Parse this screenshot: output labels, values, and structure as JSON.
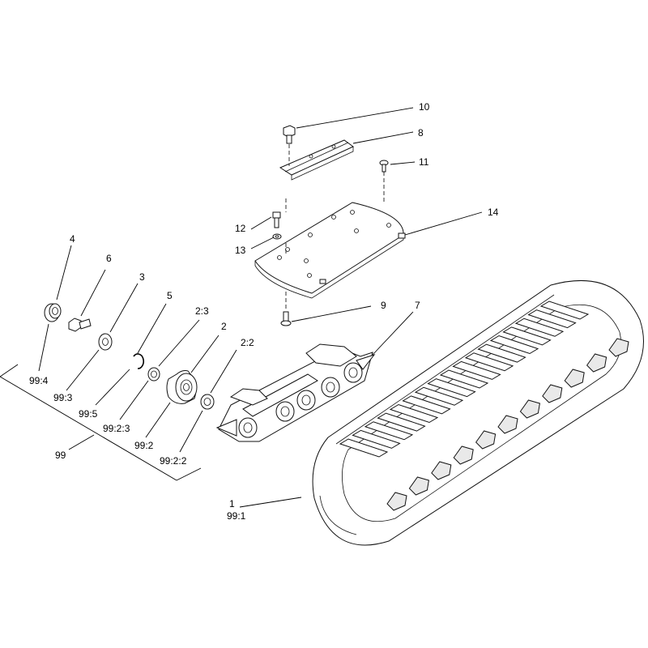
{
  "callouts": {
    "c10": "10",
    "c8": "8",
    "c11": "11",
    "c14": "14",
    "c12": "12",
    "c13": "13",
    "c9": "9",
    "c7": "7",
    "c4": "4",
    "c6": "6",
    "c3": "3",
    "c5": "5",
    "c2_3": "2:3",
    "c2": "2",
    "c2_2": "2:2",
    "c99_4": "99:4",
    "c99_3": "99:3",
    "c99_5": "99:5",
    "c99_2_3": "99:2:3",
    "c99_2": "99:2",
    "c99_2_2": "99:2:2",
    "c99": "99",
    "c1": "1",
    "c99_1": "99:1"
  },
  "colors": {
    "line": "#111111",
    "background": "#ffffff"
  }
}
